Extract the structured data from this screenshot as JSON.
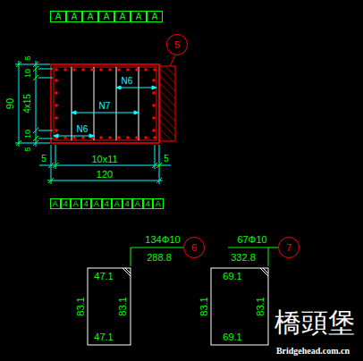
{
  "diagram": {
    "nodes": [
      {
        "text": [
          "A"
        ]
      },
      {
        "text": [
          "A"
        ]
      },
      {
        "text": [
          "A"
        ]
      },
      {
        "text": [
          "A"
        ]
      },
      {
        "text": [
          "A"
        ]
      },
      {
        "text": [
          "A"
        ]
      },
      {
        "text": [
          "A"
        ]
      },
      {
        "text": [
          "5"
        ]
      },
      {
        "text": [
          "A"
        ]
      },
      {
        "text": [
          "4"
        ]
      },
      {
        "text": [
          "A"
        ]
      },
      {
        "text": [
          "4"
        ]
      },
      {
        "text": [
          "A"
        ]
      },
      {
        "text": [
          "4"
        ]
      },
      {
        "text": [
          "A"
        ]
      },
      {
        "text": [
          "4"
        ]
      },
      {
        "text": [
          "A"
        ]
      },
      {
        "text": [
          "4"
        ]
      },
      {
        "text": [
          "A"
        ]
      },
      {
        "text": [
          "6"
        ]
      },
      {
        "text": [
          "7"
        ]
      }
    ],
    "labels": [
      "90",
      "5",
      "10",
      "4x15",
      "10",
      "5",
      "N6",
      "N7",
      "N6",
      "5",
      "10x11",
      "5",
      "120",
      "134Φ10",
      "288.8",
      "47.1",
      "83.1",
      "83.1",
      "47.1",
      "67Φ10",
      "332.8",
      "69.1",
      "83.1",
      "83.1",
      "69.1",
      "橋頭堡",
      "Bridgehead.com.cn"
    ]
  }
}
